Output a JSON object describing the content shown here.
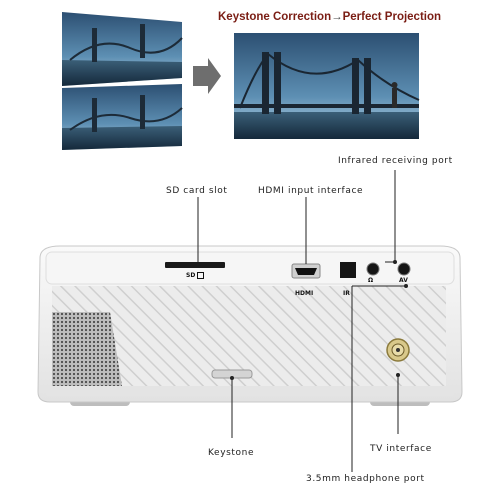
{
  "heading": {
    "before": "Keystone Correction",
    "arrow": "→",
    "after": "Perfect Projection"
  },
  "callouts": {
    "infrared": "Infrared receiving port",
    "sd": "SD card slot",
    "hdmi": "HDMI input interface",
    "keystone": "Keystone",
    "tv": "TV interface",
    "headphone": "3.5mm headphone port"
  },
  "panel": {
    "sd": "SD",
    "hdmi": "HDMI",
    "ir": "IR",
    "av": "AV"
  },
  "colors": {
    "title": "#7a1d14",
    "arrow": "#6e6e6e",
    "body": "#f2f2f2"
  }
}
